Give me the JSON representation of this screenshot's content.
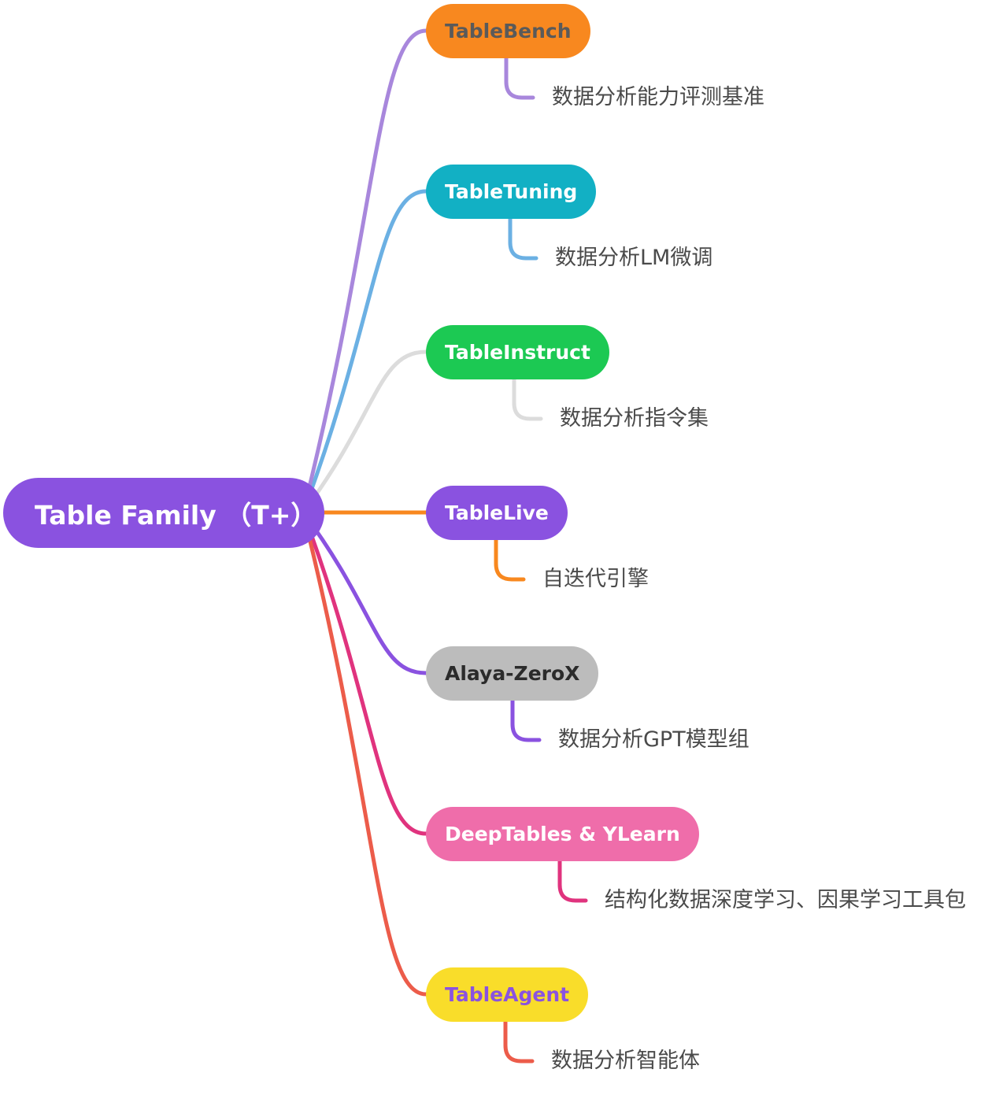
{
  "root": {
    "label": "Table Family （T+）",
    "color": "#8a52e0",
    "text_color": "#ffffff"
  },
  "branches": [
    {
      "label": "TableBench",
      "description": "数据分析能力评测基准",
      "color": "#f8881f",
      "text_color": "#5a5a5a",
      "line_color": "#a887dc"
    },
    {
      "label": "TableTuning",
      "description": "数据分析LM微调",
      "color": "#12b0c4",
      "text_color": "#ffffff",
      "line_color": "#6bb0e3"
    },
    {
      "label": "TableInstruct",
      "description": "数据分析指令集",
      "color": "#1cc953",
      "text_color": "#ffffff",
      "line_color": "#dcdcdc"
    },
    {
      "label": "TableLive",
      "description": "自迭代引擎",
      "color": "#8a52e0",
      "text_color": "#ffffff",
      "line_color": "#f8881f"
    },
    {
      "label": "Alaya-ZeroX",
      "description": "数据分析GPT模型组",
      "color": "#bcbcbc",
      "text_color": "#2b2b2b",
      "line_color": "#8a52e0"
    },
    {
      "label": "DeepTables & YLearn",
      "description": "结构化数据深度学习、因果学习工具包",
      "color": "#ef6daa",
      "text_color": "#ffffff",
      "line_color": "#e0337e"
    },
    {
      "label": "TableAgent",
      "description": "数据分析智能体",
      "color": "#f9dd2a",
      "text_color": "#8a52e0",
      "line_color": "#ec5c4a"
    }
  ]
}
